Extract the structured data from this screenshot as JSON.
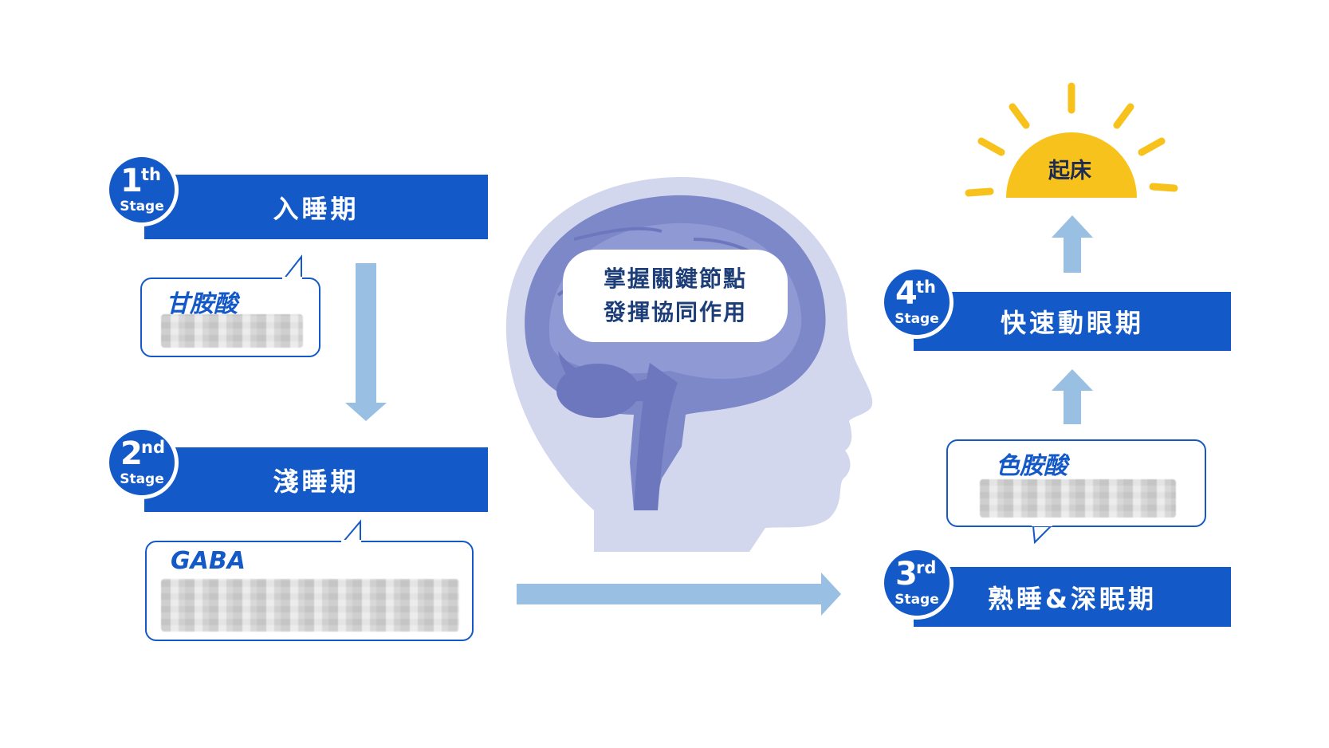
{
  "stages": [
    {
      "num": "1",
      "suffix": "th",
      "stage_label": "Stage",
      "name": "入睡期"
    },
    {
      "num": "2",
      "suffix": "nd",
      "stage_label": "Stage",
      "name": "淺睡期"
    },
    {
      "num": "3",
      "suffix": "rd",
      "stage_label": "Stage",
      "name": "熟睡&深眠期"
    },
    {
      "num": "4",
      "suffix": "th",
      "stage_label": "Stage",
      "name": "快速動眼期"
    }
  ],
  "bubbles": {
    "glycine": "甘胺酸",
    "gaba": "GABA",
    "tryptophan": "色胺酸"
  },
  "center": {
    "line1": "掌握關鍵節點",
    "line2": "發揮協同作用"
  },
  "wake": "起床",
  "colors": {
    "stage_blue": "#1459c8",
    "arrow_blue": "#99bfe3",
    "head": "#d2d7ee",
    "brain": "#7d88c9",
    "sun": "#f6c21b"
  }
}
